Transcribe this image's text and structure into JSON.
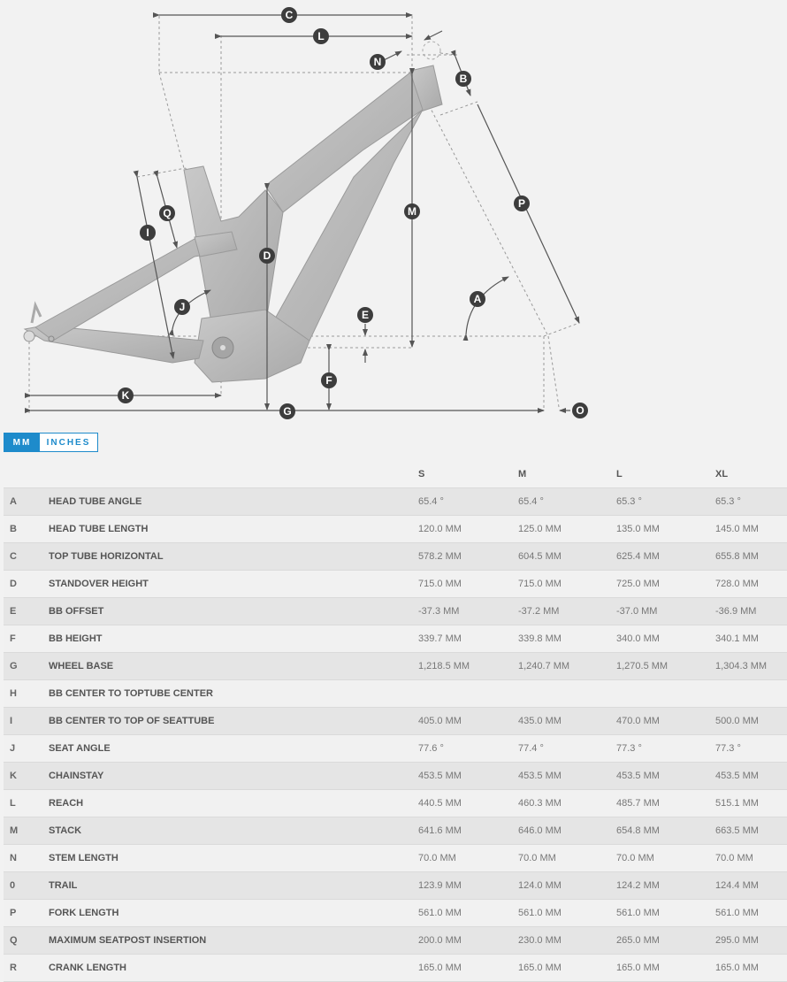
{
  "diagram": {
    "labels": [
      "A",
      "B",
      "C",
      "D",
      "E",
      "F",
      "G",
      "I",
      "J",
      "K",
      "L",
      "M",
      "N",
      "O",
      "P",
      "Q"
    ]
  },
  "unit_toggle": {
    "options": [
      {
        "label": "MM",
        "active": true
      },
      {
        "label": "INCHES",
        "active": false
      }
    ]
  },
  "table": {
    "headers": {
      "letter": "",
      "name": "",
      "s": "S",
      "m": "M",
      "l": "L",
      "xl": "XL"
    },
    "rows": [
      {
        "letter": "A",
        "name": "HEAD TUBE ANGLE",
        "s": "65.4 °",
        "m": "65.4 °",
        "l": "65.3 °",
        "xl": "65.3 °"
      },
      {
        "letter": "B",
        "name": "HEAD TUBE LENGTH",
        "s": "120.0 MM",
        "m": "125.0 MM",
        "l": "135.0 MM",
        "xl": "145.0 MM"
      },
      {
        "letter": "C",
        "name": "TOP TUBE HORIZONTAL",
        "s": "578.2 MM",
        "m": "604.5 MM",
        "l": "625.4 MM",
        "xl": "655.8 MM"
      },
      {
        "letter": "D",
        "name": "STANDOVER HEIGHT",
        "s": "715.0 MM",
        "m": "715.0 MM",
        "l": "725.0 MM",
        "xl": "728.0 MM"
      },
      {
        "letter": "E",
        "name": "BB OFFSET",
        "s": "-37.3 MM",
        "m": "-37.2 MM",
        "l": "-37.0 MM",
        "xl": "-36.9 MM"
      },
      {
        "letter": "F",
        "name": "BB HEIGHT",
        "s": "339.7 MM",
        "m": "339.8 MM",
        "l": "340.0 MM",
        "xl": "340.1 MM"
      },
      {
        "letter": "G",
        "name": "WHEEL BASE",
        "s": "1,218.5 MM",
        "m": "1,240.7 MM",
        "l": "1,270.5 MM",
        "xl": "1,304.3 MM"
      },
      {
        "letter": "H",
        "name": "BB CENTER TO TOPTUBE CENTER",
        "s": "",
        "m": "",
        "l": "",
        "xl": ""
      },
      {
        "letter": "I",
        "name": "BB CENTER TO TOP OF SEATTUBE",
        "s": "405.0 MM",
        "m": "435.0 MM",
        "l": "470.0 MM",
        "xl": "500.0 MM"
      },
      {
        "letter": "J",
        "name": "SEAT ANGLE",
        "s": "77.6 °",
        "m": "77.4 °",
        "l": "77.3 °",
        "xl": "77.3 °"
      },
      {
        "letter": "K",
        "name": "CHAINSTAY",
        "s": "453.5 MM",
        "m": "453.5 MM",
        "l": "453.5 MM",
        "xl": "453.5 MM"
      },
      {
        "letter": "L",
        "name": "REACH",
        "s": "440.5 MM",
        "m": "460.3 MM",
        "l": "485.7 MM",
        "xl": "515.1 MM"
      },
      {
        "letter": "M",
        "name": "STACK",
        "s": "641.6 MM",
        "m": "646.0 MM",
        "l": "654.8 MM",
        "xl": "663.5 MM"
      },
      {
        "letter": "N",
        "name": "STEM LENGTH",
        "s": "70.0 MM",
        "m": "70.0 MM",
        "l": "70.0 MM",
        "xl": "70.0 MM"
      },
      {
        "letter": "0",
        "name": "TRAIL",
        "s": "123.9 MM",
        "m": "124.0 MM",
        "l": "124.2 MM",
        "xl": "124.4 MM"
      },
      {
        "letter": "P",
        "name": "FORK LENGTH",
        "s": "561.0 MM",
        "m": "561.0 MM",
        "l": "561.0 MM",
        "xl": "561.0 MM"
      },
      {
        "letter": "Q",
        "name": "MAXIMUM SEATPOST INSERTION",
        "s": "200.0 MM",
        "m": "230.0 MM",
        "l": "265.0 MM",
        "xl": "295.0 MM"
      },
      {
        "letter": "R",
        "name": "CRANK LENGTH",
        "s": "165.0 MM",
        "m": "165.0 MM",
        "l": "165.0 MM",
        "xl": "165.0 MM"
      }
    ]
  },
  "colors": {
    "accent": "#1e8bcb",
    "background": "#f2f2f2",
    "row_odd": "#e5e5e5",
    "row_even": "#f1f1f1",
    "label_circle": "#3d3d3d"
  }
}
